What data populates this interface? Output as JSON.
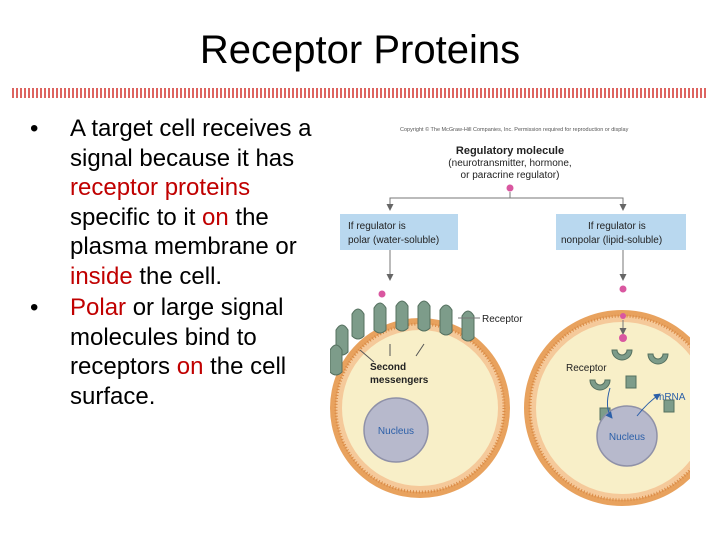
{
  "slide": {
    "title": "Receptor Proteins"
  },
  "bullets": [
    {
      "marker": "•",
      "parts": [
        {
          "text": "A target cell receives a signal because it has ",
          "red": false
        },
        {
          "text": "receptor proteins",
          "red": true
        },
        {
          "text": " specific to it ",
          "red": false
        },
        {
          "text": "on",
          "red": true
        },
        {
          "text": " the plasma membrane or ",
          "red": false
        },
        {
          "text": "inside",
          "red": true
        },
        {
          "text": " the cell.",
          "red": false
        }
      ]
    },
    {
      "marker": "•",
      "parts": [
        {
          "text": "Polar",
          "red": true
        },
        {
          "text": " or large signal molecules bind to receptors ",
          "red": false
        },
        {
          "text": "on",
          "red": true
        },
        {
          "text": " the cell surface.",
          "red": false
        }
      ]
    }
  ],
  "figure": {
    "copyright": "Copyright © The McGraw-Hill Companies, Inc. Permission required for reproduction or display",
    "regulatory_title": "Regulatory molecule",
    "regulatory_sub1": "(neurotransmitter, hormone,",
    "regulatory_sub2": "or paracrine regulator)",
    "polar_line1": "If regulator is",
    "polar_line2": "polar (water-soluble)",
    "nonpolar_line1": "If regulator is",
    "nonpolar_line2": "nonpolar (lipid-soluble)",
    "receptor_label": "Receptor",
    "second_line1": "Second",
    "second_line2": "messengers",
    "nucleus_left": "Nucleus",
    "receptor_label_right": "Receptor",
    "mrna_label": "mRNA",
    "nucleus_right": "Nucleus"
  },
  "colors": {
    "accent_red": "#c00000",
    "box_blue": "#b9d8ef",
    "membrane": "#e8a25e",
    "cytoplasm": "#f8efc8",
    "receptor_green": "#7d9c8a",
    "nucleus": "#b7b9cc",
    "ligand_pink": "#d957a0"
  }
}
